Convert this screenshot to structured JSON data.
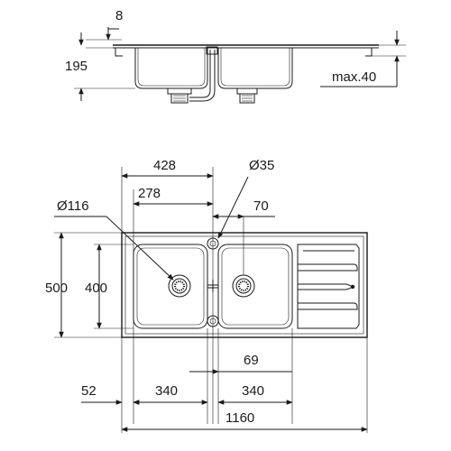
{
  "side_view": {
    "dim_rim": "8",
    "dim_depth": "195",
    "dim_max": "max.40"
  },
  "top_view": {
    "dim_428": "428",
    "dim_278": "278",
    "dim_d35": "Ø35",
    "dim_d116": "Ø116",
    "dim_70": "70",
    "dim_500": "500",
    "dim_400": "400",
    "dim_69": "69",
    "dim_52": "52",
    "dim_340_left": "340",
    "dim_340_right": "340",
    "dim_1160": "1160"
  }
}
